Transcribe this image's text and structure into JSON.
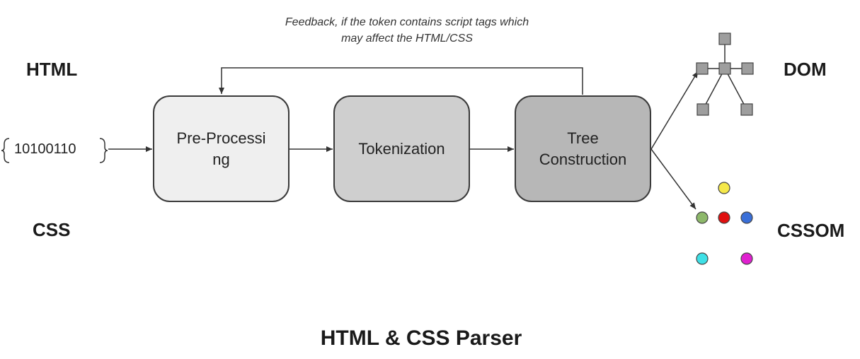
{
  "diagram": {
    "title": "HTML & CSS Parser",
    "inputs": {
      "html_label": "HTML",
      "css_label": "CSS",
      "binary": "10100110"
    },
    "stages": [
      {
        "label": "Pre-Processi\nng",
        "fill": "#efefef"
      },
      {
        "label": "Tokenization",
        "fill": "#cfcfcf"
      },
      {
        "label": "Tree\nConstruction",
        "fill": "#b7b7b7"
      }
    ],
    "feedback_note": "Feedback, if the token contains script tags which may affect the HTML/CSS",
    "outputs": {
      "dom_label": "DOM",
      "cssom_label": "CSSOM"
    },
    "cssom_node_colors": [
      "#f5e84a",
      "#8db86a",
      "#e01010",
      "#3a6fd8",
      "#3ee0e6",
      "#e020d0"
    ],
    "dom_node_color": "#9e9e9e",
    "line_color": "#333333"
  }
}
